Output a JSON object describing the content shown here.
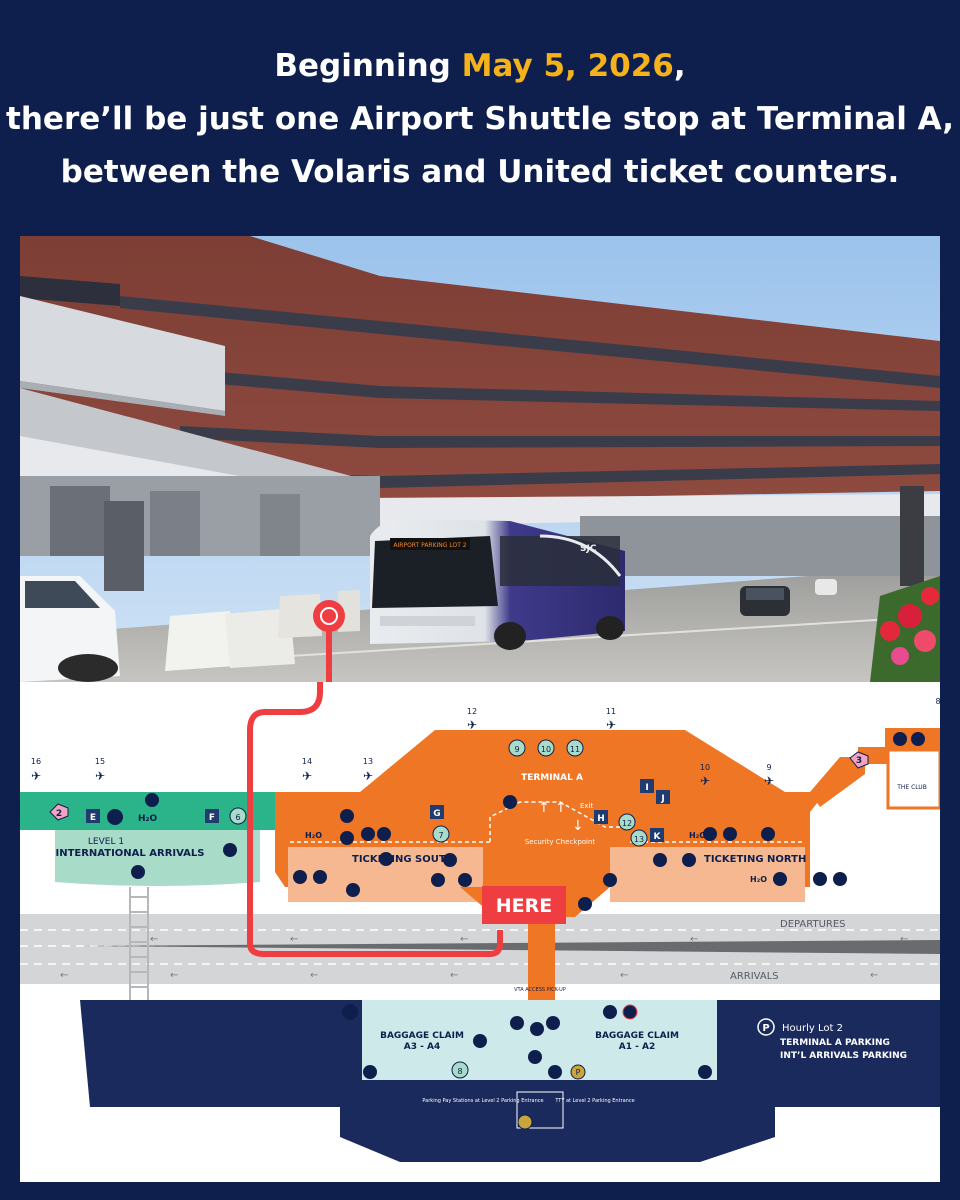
{
  "headline": {
    "line1_prefix": "Beginning ",
    "line1_date": "May 5, 2026",
    "line1_suffix": ",",
    "line2": "there’ll be just one Airport Shuttle stop at Terminal A,",
    "line3": "between the Volaris and United ticket counters."
  },
  "colors": {
    "navy": "#0e1f4d",
    "accent_yellow": "#f5b21b",
    "terminal_orange": "#ee7624",
    "route_red": "#ef3e42",
    "intl_green": "#2bb38a"
  },
  "photo": {
    "bus_destination": "AIRPORT PARKING LOT 2",
    "bus_side_text": "SJC"
  },
  "map": {
    "here_label": "HERE",
    "terminal_label": "TERMINAL A",
    "security_label": "Security Checkpoint",
    "exit_label": "Exit",
    "ticketing_south": "TICKETING SOUTH",
    "ticketing_north": "TICKETING NORTH",
    "level1_label": "LEVEL 1",
    "intl_arrivals": "INTERNATIONAL ARRIVALS",
    "departures": "DEPARTURES",
    "arrivals": "ARRIVALS",
    "vta_access": "VTA ACCESS PICK-UP",
    "baggage_claim_left": "BAGGAGE CLAIM",
    "baggage_claim_left_sub": "A3 - A4",
    "baggage_claim_right": "BAGGAGE CLAIM",
    "baggage_claim_right_sub": "A1 - A2",
    "parking_pay": "Parking Pay Stations at Level 2 Parking Entrance",
    "tty": "TTY at Level 2 Parking Entrance",
    "hourly_lot": "Hourly Lot 2",
    "terminal_a_parking": "TERMINAL A PARKING",
    "intl_arrivals_parking": "INT’L ARRIVALS PARKING",
    "the_club": "THE CLUB",
    "h2o": "H₂O",
    "parking_symbol": "P",
    "gates": [
      "16",
      "15",
      "14",
      "13",
      "12",
      "11",
      "10",
      "9"
    ],
    "gate_top_right": "8",
    "shop_ids": [
      "G",
      "H",
      "I",
      "J",
      "K",
      "E",
      "F"
    ],
    "food_numbers": [
      "9",
      "10",
      "11",
      "7",
      "12",
      "13",
      "6",
      "8"
    ],
    "pentagon_numbers": [
      "2",
      "3"
    ],
    "icons": [
      "airplane-icon",
      "water-fountain-icon",
      "restroom-icon",
      "heart-icon",
      "escalator-icon",
      "info-icon",
      "smoking-icon",
      "pet-relief-icon",
      "mail-icon",
      "luggage-icon",
      "elevator-icon"
    ]
  }
}
